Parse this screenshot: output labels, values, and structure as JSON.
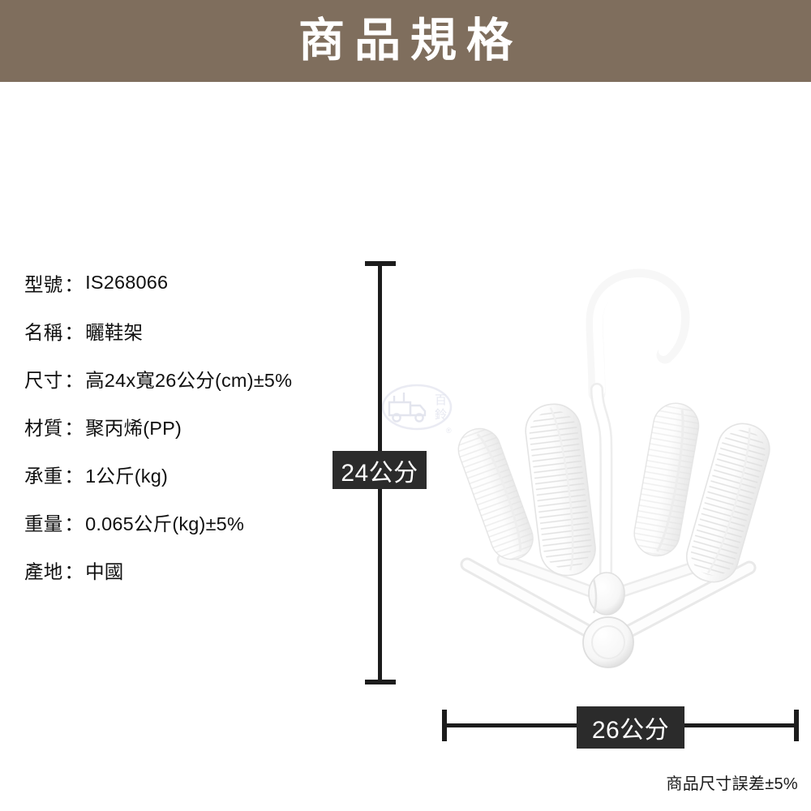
{
  "header": {
    "title": "商品規格",
    "background_color": "#7f6e5d",
    "text_color": "#ffffff"
  },
  "spec_list": [
    {
      "label": "型號",
      "separator": "：",
      "value": "IS268066"
    },
    {
      "label": "名稱",
      "separator": "：",
      "value": "曬鞋架"
    },
    {
      "label": "尺寸",
      "separator": "：",
      "value": "高24x寬26公分(cm)±5%"
    },
    {
      "label": "材質",
      "separator": "：",
      "value": "聚丙烯(PP)"
    },
    {
      "label": "承重",
      "separator": "：",
      "value": "1公斤(kg)"
    },
    {
      "label": "重量",
      "separator": "：",
      "value": "0.065公斤(kg)±5%"
    },
    {
      "label": "產地",
      "separator": "：",
      "value": "中國"
    }
  ],
  "dimensions": {
    "height_badge": "24公分",
    "width_badge": "26公分",
    "badge_background": "#2b2b2b",
    "badge_text_color": "#ffffff",
    "line_color": "#1c1c1c"
  },
  "disclaimer": "商品尺寸誤差±5%",
  "product": {
    "name": "曬鞋架",
    "color": "#ffffff",
    "shadow_color": "#e6e6e6"
  },
  "watermark": {
    "brand": "百鈴",
    "registered_mark": "®",
    "color": "#dfe0ec"
  }
}
